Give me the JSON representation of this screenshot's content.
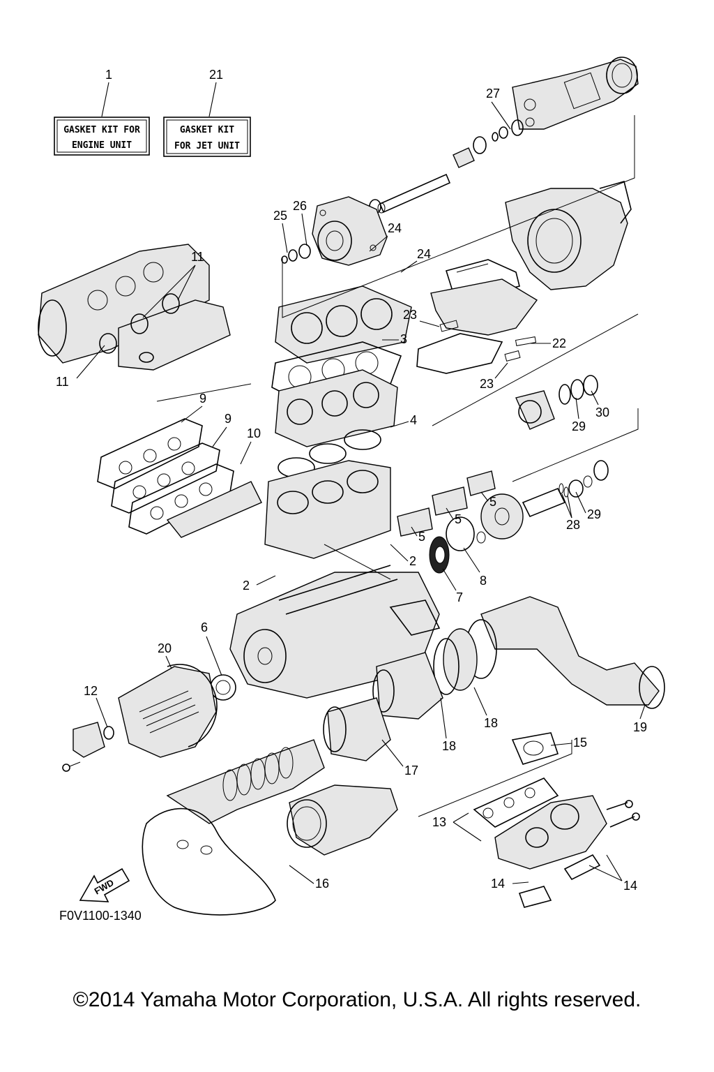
{
  "kits": [
    {
      "number": "1",
      "line1": "GASKET KIT FOR",
      "line2": "ENGINE UNIT"
    },
    {
      "number": "21",
      "line1": "GASKET KIT",
      "line2": "FOR JET UNIT"
    }
  ],
  "callouts": [
    "27",
    "26",
    "25",
    "24",
    "24",
    "11",
    "23",
    "3",
    "22",
    "11",
    "23",
    "30",
    "29",
    "9",
    "4",
    "9",
    "10",
    "5",
    "29",
    "28",
    "5",
    "5",
    "2",
    "8",
    "7",
    "2",
    "6",
    "20",
    "12",
    "18",
    "15",
    "18",
    "19",
    "17",
    "13",
    "16",
    "14",
    "14"
  ],
  "fwd_label": "FWD",
  "figure_code": "F0V1100-1340",
  "copyright": "©2014 Yamaha Motor Corporation, U.S.A. All rights reserved."
}
